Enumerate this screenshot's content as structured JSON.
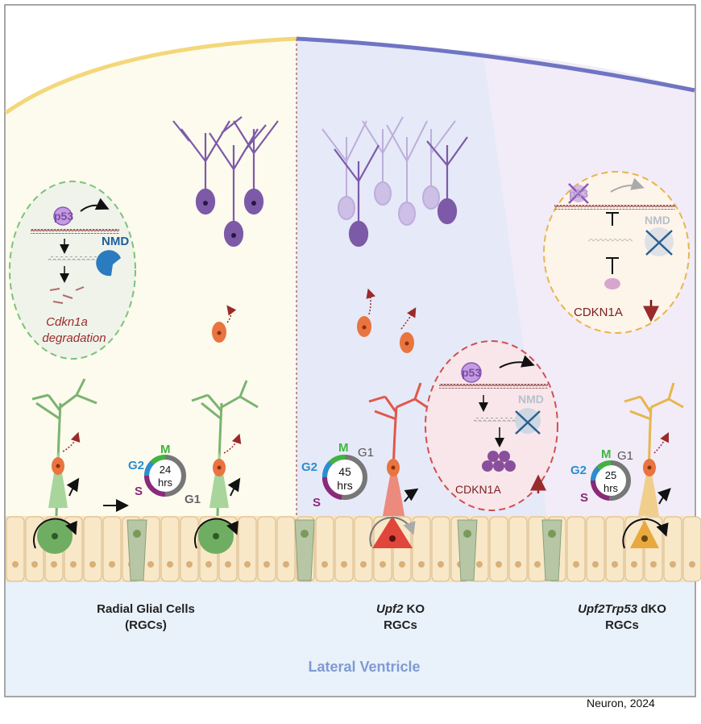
{
  "panels": {
    "rgc": {
      "title_line1": "Radial Glial Cells",
      "title_line2": "(RGCs)"
    },
    "upf2": {
      "title_gene": "Upf2",
      "title_rest": " KO",
      "title_line2": "RGCs"
    },
    "dko": {
      "title_gene": "Upf2Trp53",
      "title_rest": " dKO",
      "title_line2": "RGCs"
    }
  },
  "ventricle_label": "Lateral Ventricle",
  "insets": {
    "wildtype": {
      "protein": "p53",
      "nmd": "NMD",
      "result_line1": "Cdkn1a",
      "result_line2": "degradation"
    },
    "upf2_ko": {
      "protein": "p53",
      "nmd": "NMD",
      "result": "CDKN1A"
    },
    "dko": {
      "protein": "p53",
      "nmd": "NMD",
      "result": "CDKN1A"
    }
  },
  "cell_cycles": [
    {
      "g2": "G2",
      "m": "M",
      "s": "S",
      "g1": "G1",
      "hours": "24",
      "unit": "hrs"
    },
    {
      "g2": "G2",
      "m": "M",
      "s": "S",
      "g1": "G1",
      "hours": "45",
      "unit": "hrs"
    },
    {
      "g2": "G2",
      "m": "M",
      "s": "S",
      "g1": "G1",
      "hours": "25",
      "unit": "hrs"
    }
  ],
  "citation": "Neuron, 2024",
  "colors": {
    "wildtype_bg": "#fcfbee",
    "upf2_bg": "#e6e9f8",
    "dko_bg": "#f1ecf7",
    "ventricle_bg": "#e9f1fa",
    "wildtype_cell": "#7cb36f",
    "upf2_cell": "#e0584a",
    "dko_cell": "#e8b54e",
    "neuron": "#7d5aa8",
    "migrating": "#e9743f",
    "ventricle_text": "#7f9ad4"
  }
}
